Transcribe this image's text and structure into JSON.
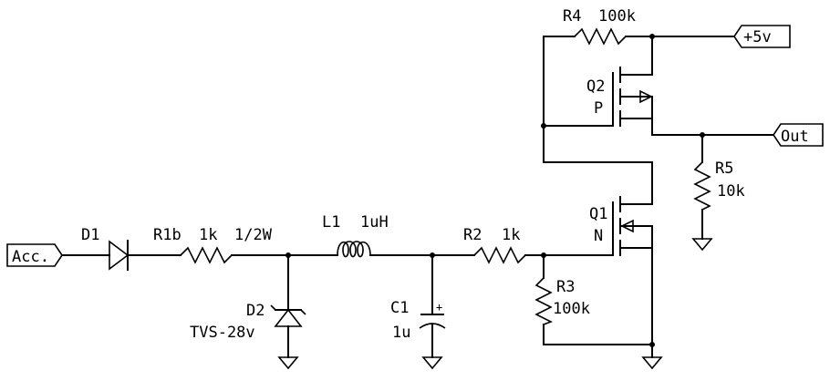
{
  "ports": {
    "acc": "Acc.",
    "plus5v": "+5v",
    "out": "Out"
  },
  "components": {
    "d1": {
      "ref": "D1"
    },
    "r1b": {
      "ref": "R1b",
      "value": "1k",
      "rating": "1/2W"
    },
    "d2": {
      "ref": "D2",
      "value": "TVS-28v"
    },
    "l1": {
      "ref": "L1",
      "value": "1uH"
    },
    "c1": {
      "ref": "C1",
      "value": "1u",
      "polarity": "+"
    },
    "r2": {
      "ref": "R2",
      "value": "1k"
    },
    "r3": {
      "ref": "R3",
      "value": "100k"
    },
    "r4": {
      "ref": "R4",
      "value": "100k"
    },
    "r5": {
      "ref": "R5",
      "value": "10k"
    },
    "q1": {
      "ref": "Q1",
      "type": "N"
    },
    "q2": {
      "ref": "Q2",
      "type": "P"
    }
  }
}
